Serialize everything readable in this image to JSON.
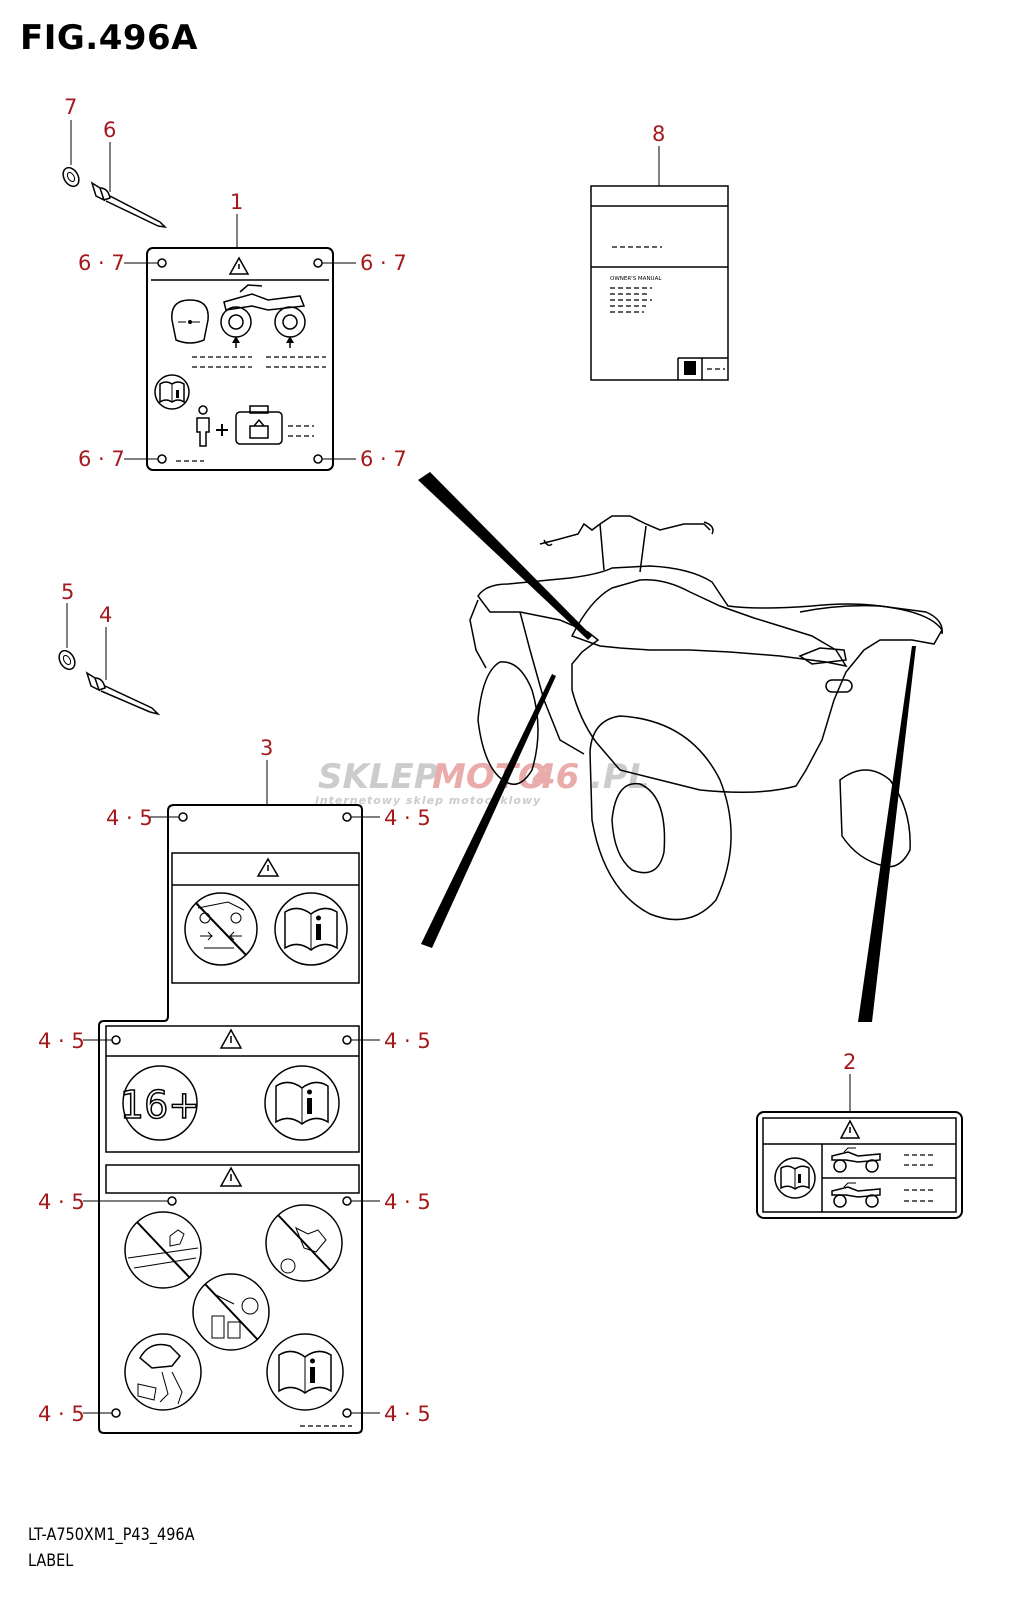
{
  "figure": {
    "title": "FIG.496A",
    "code": "LT-A750XM1_P43_496A",
    "caption": "LABEL"
  },
  "callouts": {
    "c1": "1",
    "c2": "2",
    "c3": "3",
    "c4": "4",
    "c5": "5",
    "c6": "6",
    "c7": "7",
    "c8": "8",
    "c67": "6 · 7",
    "c45": "4 · 5"
  },
  "labels": {
    "manual_heading": "OWNER'S MANUAL",
    "age_limit": "16+"
  },
  "watermark": {
    "brand_a": "SKLEP",
    "brand_b": "MOTO",
    "brand_c": "46",
    "brand_d": ".PL",
    "tagline": "internetowy sklep motocyklowy"
  },
  "colors": {
    "callout": "#a3191c",
    "line": "#000000",
    "watermark_grey": "#c7c7c7",
    "watermark_red": "#e8a3a3"
  }
}
